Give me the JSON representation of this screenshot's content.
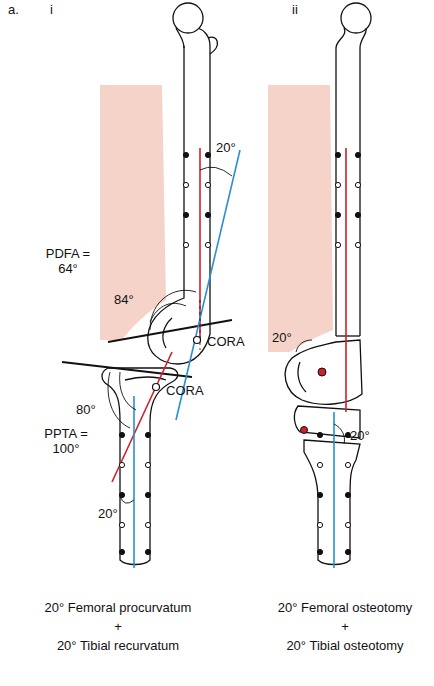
{
  "diagram": {
    "labels": [
      "a.",
      "i",
      "20°",
      "PDFA = 64°",
      "84°",
      "CORA",
      "CORA",
      "80°",
      "PPTA = 100°",
      "20°",
      "ii",
      "20°",
      "20°",
      "20° Femoral procurvatum",
      "+",
      "20° Tibial recurvatum",
      "20° Femoral osteotomy",
      "+",
      "20° Tibial osteotomy"
    ]
  }
}
